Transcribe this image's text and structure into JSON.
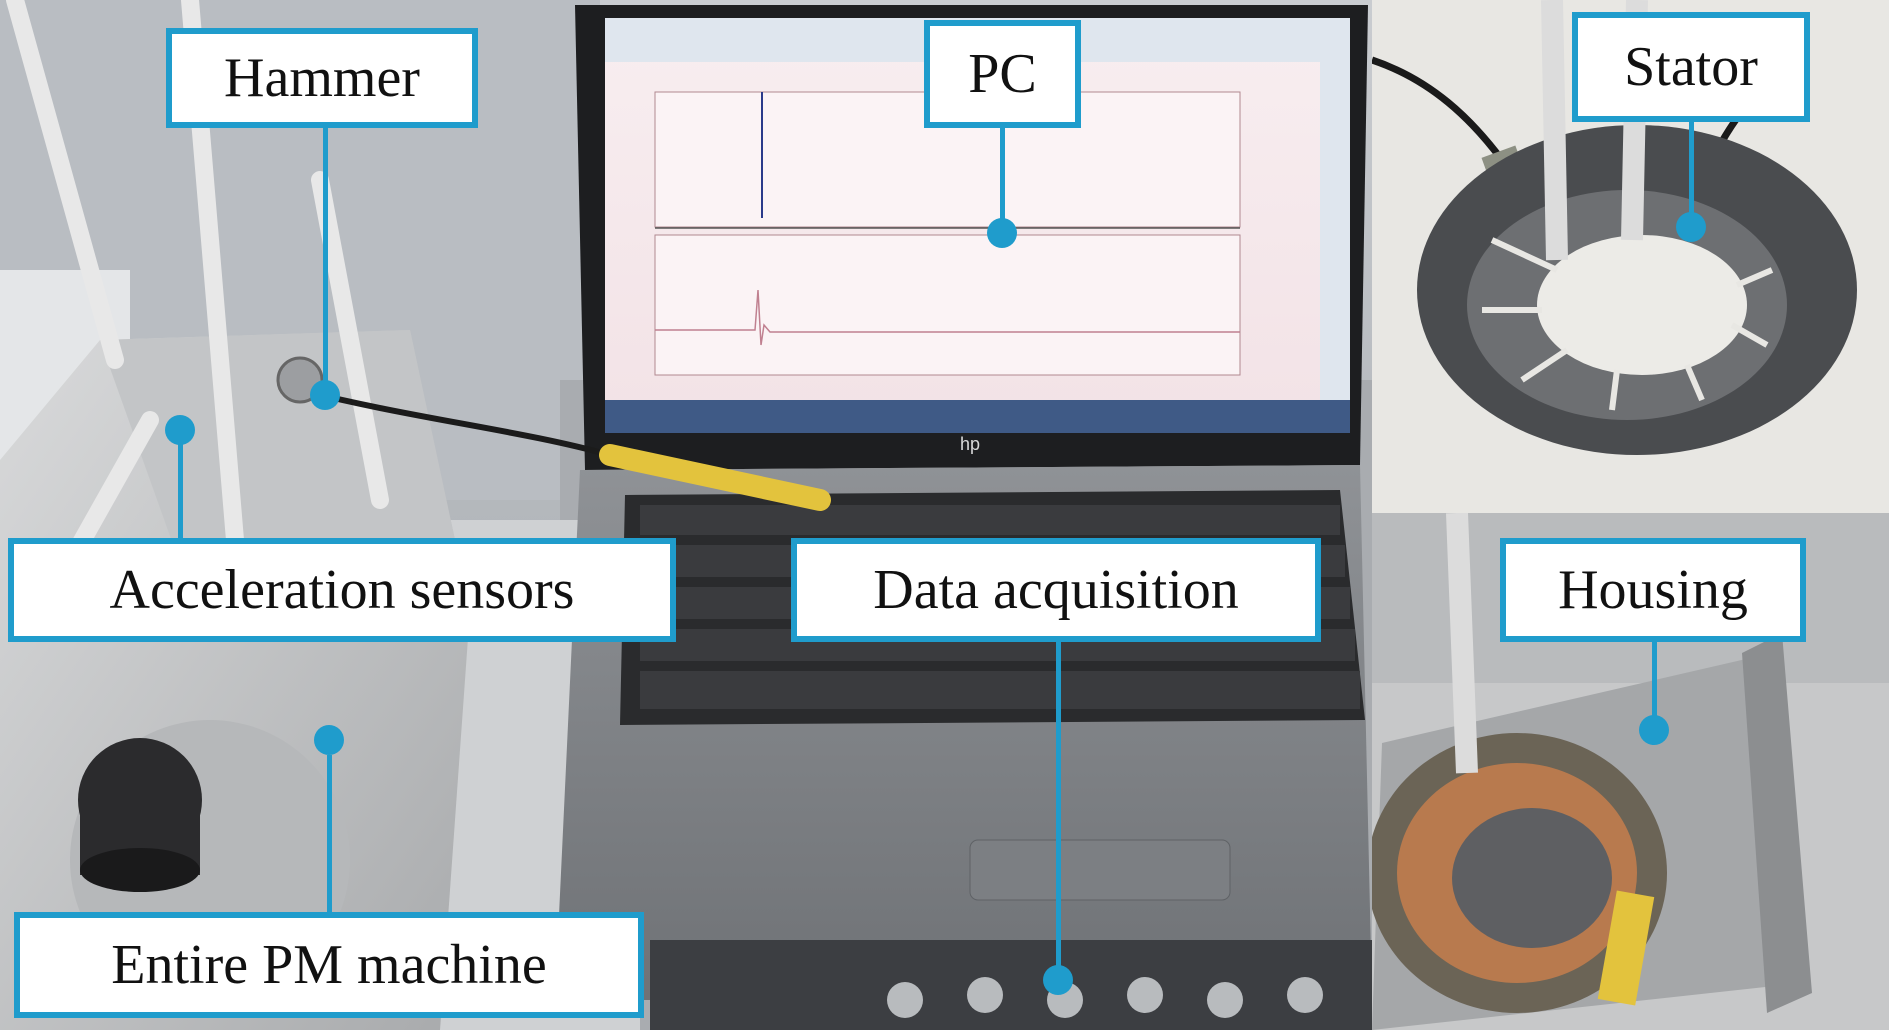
{
  "labels": {
    "hammer": "Hammer",
    "pc": "PC",
    "stator": "Stator",
    "acceleration_sensors": "Acceleration sensors",
    "data_acquisition": "Data acquisition",
    "housing": "Housing",
    "entire_pm_machine": "Entire PM machine"
  },
  "laptop": {
    "brand": "hp"
  },
  "colors": {
    "accent": "#1f9ccc",
    "label_text": "#111111"
  }
}
